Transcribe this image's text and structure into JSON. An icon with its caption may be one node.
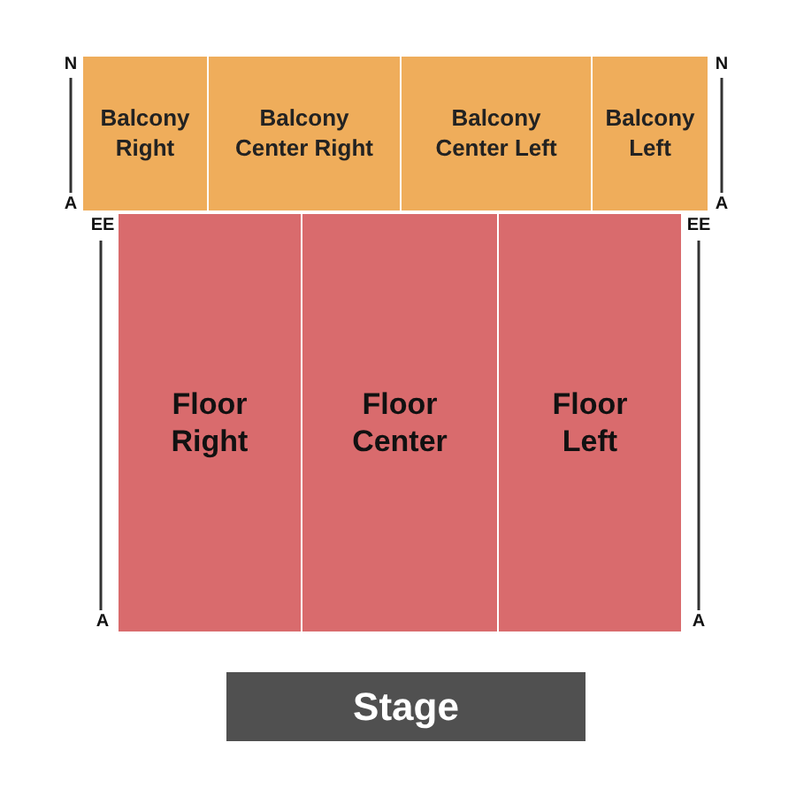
{
  "diagram": {
    "nodes": [
      {
        "text": [
          "Balcony Right"
        ]
      },
      {
        "text": [
          "Balcony Center Right"
        ]
      },
      {
        "text": [
          "Balcony Center Left"
        ]
      },
      {
        "text": [
          "Balcony Left"
        ]
      },
      {
        "text": [
          "Floor Right"
        ]
      },
      {
        "text": [
          "Floor Center"
        ]
      },
      {
        "text": [
          "Floor Left"
        ]
      },
      {
        "text": [
          "Stage"
        ]
      }
    ],
    "labels": [
      "N",
      "N",
      "A",
      "A",
      "EE",
      "EE",
      "A",
      "A"
    ]
  }
}
